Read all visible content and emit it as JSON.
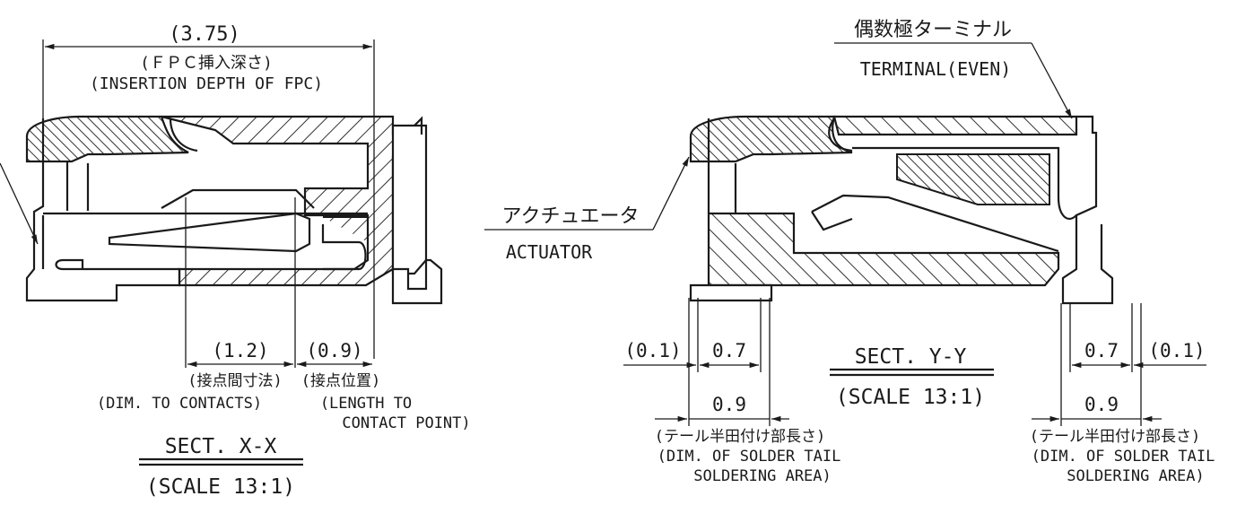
{
  "x_section": {
    "dim_overall": "(3.75)",
    "fpc_depth_jp": "(ＦＰＣ挿入深さ)",
    "fpc_depth_en": "(INSERTION DEPTH OF FPC)",
    "contact_dim": "(1.2)",
    "contact_point_dim": "(0.9)",
    "contact_dim_jp": "(接点間寸法)",
    "contact_point_jp": "(接点位置)",
    "contact_dim_en": "(DIM. TO CONTACTS)",
    "contact_point_en_1": "(LENGTH TO",
    "contact_point_en_2": "CONTACT POINT)",
    "title": "SECT. X-X",
    "scale": "(SCALE 13:1)"
  },
  "y_section": {
    "terminal_jp": "偶数極ターミナル",
    "terminal_en": "TERMINAL(EVEN)",
    "actuator_jp": "アクチュエータ",
    "actuator_en": "ACTUATOR",
    "left_dim_a": "(0.1)",
    "left_dim_b": "0.7",
    "left_dim_c": "0.9",
    "right_dim_b": "0.7",
    "right_dim_a": "(0.1)",
    "right_dim_c": "0.9",
    "tail_jp_left": "(テール半田付け部長さ)",
    "tail_en_1_left": "(DIM. OF SOLDER TAIL",
    "tail_en_2_left": "SOLDERING AREA)",
    "tail_jp_right": "(テール半田付け部長さ)",
    "tail_en_1_right": "(DIM. OF SOLDER TAIL",
    "tail_en_2_right": "SOLDERING AREA)",
    "title": "SECT. Y-Y",
    "scale": "(SCALE 13:1)"
  }
}
